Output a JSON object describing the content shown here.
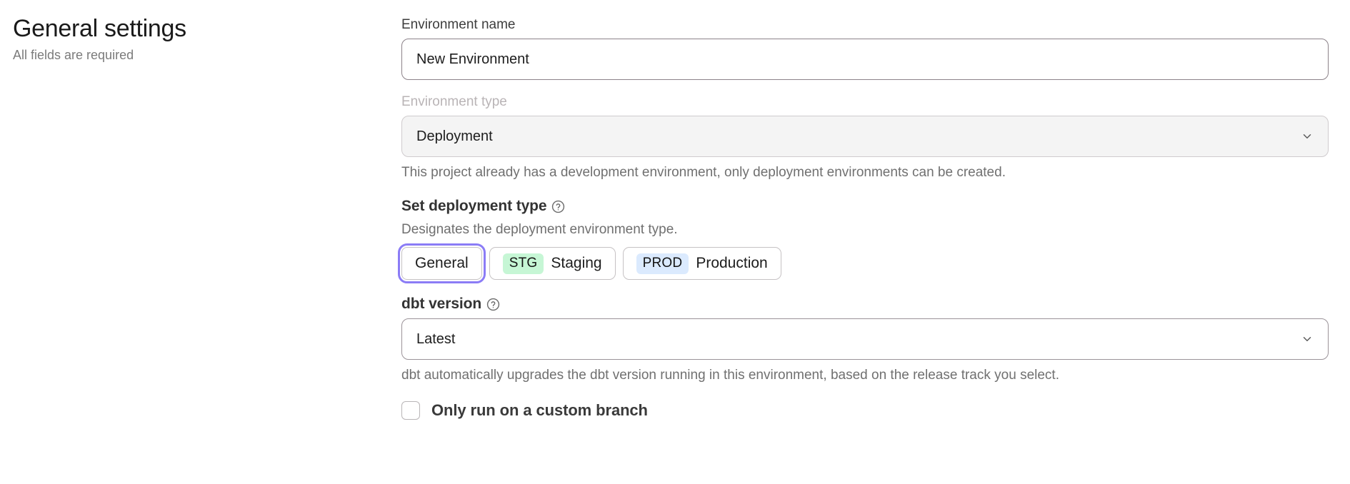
{
  "left_panel": {
    "title": "General settings",
    "subtitle": "All fields are required"
  },
  "form": {
    "environment_name": {
      "label": "Environment name",
      "value": "New Environment",
      "placeholder": "Environment name"
    },
    "environment_type": {
      "label": "Environment type",
      "selected": "Deployment",
      "disabled": true,
      "helper_text": "This project already has a development environment, only deployment environments can be created."
    },
    "deployment_type": {
      "title": "Set deployment type",
      "help_icon": "question-circle-icon",
      "description": "Designates the deployment environment type.",
      "options": [
        {
          "label": "General",
          "badge": "",
          "badge_kind": "",
          "selected": true
        },
        {
          "label": "Staging",
          "badge": "STG",
          "badge_kind": "stg",
          "selected": false
        },
        {
          "label": "Production",
          "badge": "PROD",
          "badge_kind": "prod",
          "selected": false
        }
      ]
    },
    "dbt_version": {
      "label": "dbt version",
      "help_icon": "question-circle-icon",
      "selected": "Latest",
      "helper_text": "dbt automatically upgrades the dbt version running in this environment, based on the release track you select."
    },
    "custom_branch": {
      "label": "Only run on a custom branch",
      "checked": false
    }
  },
  "colors": {
    "focus_ring": "#8b7cf6",
    "badge_staging_bg": "#c6f6d5",
    "badge_production_bg": "#dbeafe",
    "disabled_field_bg": "#f4f4f4"
  }
}
